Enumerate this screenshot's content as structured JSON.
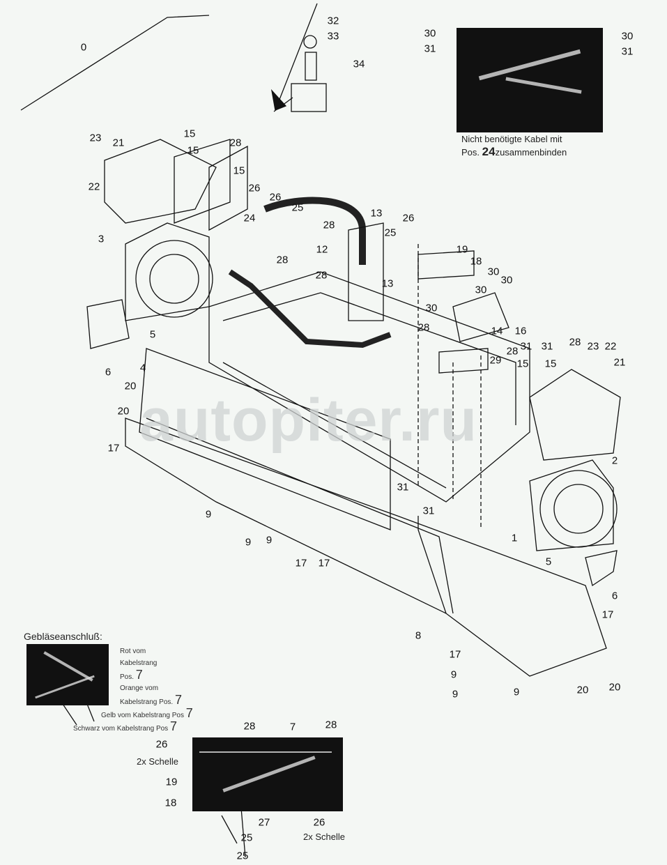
{
  "watermark": "autopiter.ru",
  "callouts": [
    "0",
    "32",
    "33",
    "34",
    "30",
    "31",
    "30",
    "31",
    "23",
    "21",
    "15",
    "15",
    "28",
    "22",
    "15",
    "26",
    "26",
    "25",
    "3",
    "24",
    "13",
    "28",
    "26",
    "25",
    "12",
    "19",
    "18",
    "28",
    "13",
    "30",
    "30",
    "28",
    "30",
    "30",
    "14",
    "16",
    "5",
    "6",
    "28",
    "28",
    "31",
    "31",
    "28",
    "23",
    "22",
    "21",
    "29",
    "15",
    "15",
    "4",
    "20",
    "20",
    "17",
    "2",
    "31",
    "31",
    "9",
    "9",
    "9",
    "1",
    "17",
    "17",
    "5",
    "6",
    "8",
    "17",
    "17",
    "9",
    "9",
    "9",
    "20",
    "20",
    "28",
    "7",
    "28",
    "26",
    "19",
    "18",
    "27",
    "25",
    "26",
    "25"
  ],
  "photo_top_caption": {
    "line1": "Nicht benötigte Kabel mit",
    "line2_prefix": "Pos.",
    "line2_num": "24",
    "line2_suffix": "zusammenbinden"
  },
  "blower_connection": {
    "title": "Gebläseanschluß:",
    "notes": [
      {
        "text": "Rot vom Kabelstrang Pos.",
        "num": "7"
      },
      {
        "text": "Orange vom Kabelstrang Pos.",
        "num": "7"
      },
      {
        "text": "Gelb vom Kabelstrang Pos",
        "num": "7"
      },
      {
        "text": "Schwarz vom Kabelstrang Pos",
        "num": "7"
      }
    ]
  },
  "clamp_notes": [
    "2x Schelle",
    "2x Schelle"
  ]
}
